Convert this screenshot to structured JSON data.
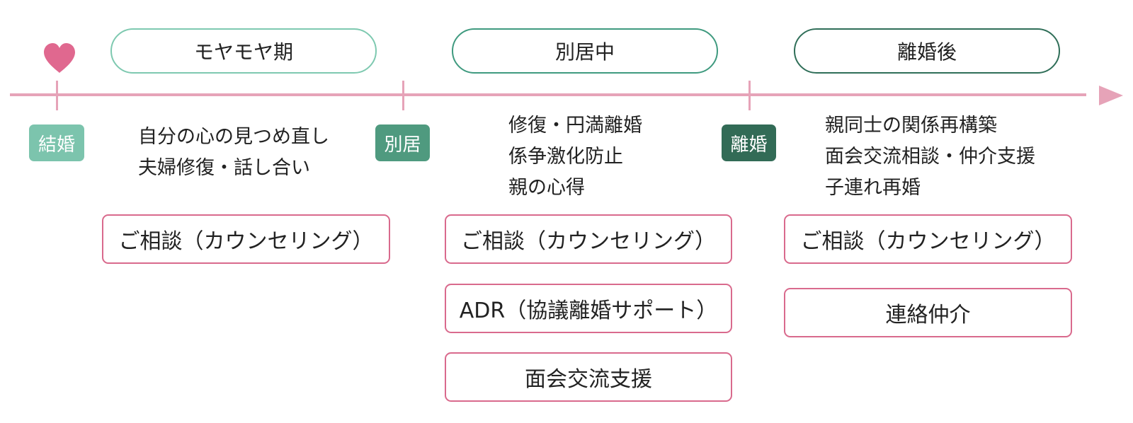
{
  "colors": {
    "axis": "#e6a3b8",
    "heart": "#e0688f",
    "service_border": "#d96a8d",
    "phase_1": "#7ec9b0",
    "phase_2": "#3f9a7f",
    "phase_3": "#2f6e58",
    "milestone_1": "#7cc4ad",
    "milestone_2": "#4f9a7f",
    "milestone_3": "#326b56"
  },
  "icons": {
    "start": "heart-icon",
    "axis_end": "arrow-right-icon"
  },
  "phases": [
    {
      "label": "モヤモヤ期"
    },
    {
      "label": "別居中"
    },
    {
      "label": "離婚後"
    }
  ],
  "milestones": [
    {
      "label": "結婚"
    },
    {
      "label": "別居"
    },
    {
      "label": "離婚"
    }
  ],
  "descriptions": [
    [
      "自分の心の見つめ直し",
      "夫婦修復・話し合い"
    ],
    [
      "修復・円満離婚",
      "係争激化防止",
      "親の心得"
    ],
    [
      "親同士の関係再構築",
      "面会交流相談・仲介支援",
      "子連れ再婚"
    ]
  ],
  "services": [
    [
      "ご相談（カウンセリング）"
    ],
    [
      "ご相談（カウンセリング）",
      "ADR（協議離婚サポート）",
      "面会交流支援"
    ],
    [
      "ご相談（カウンセリング）",
      "連絡仲介"
    ]
  ]
}
